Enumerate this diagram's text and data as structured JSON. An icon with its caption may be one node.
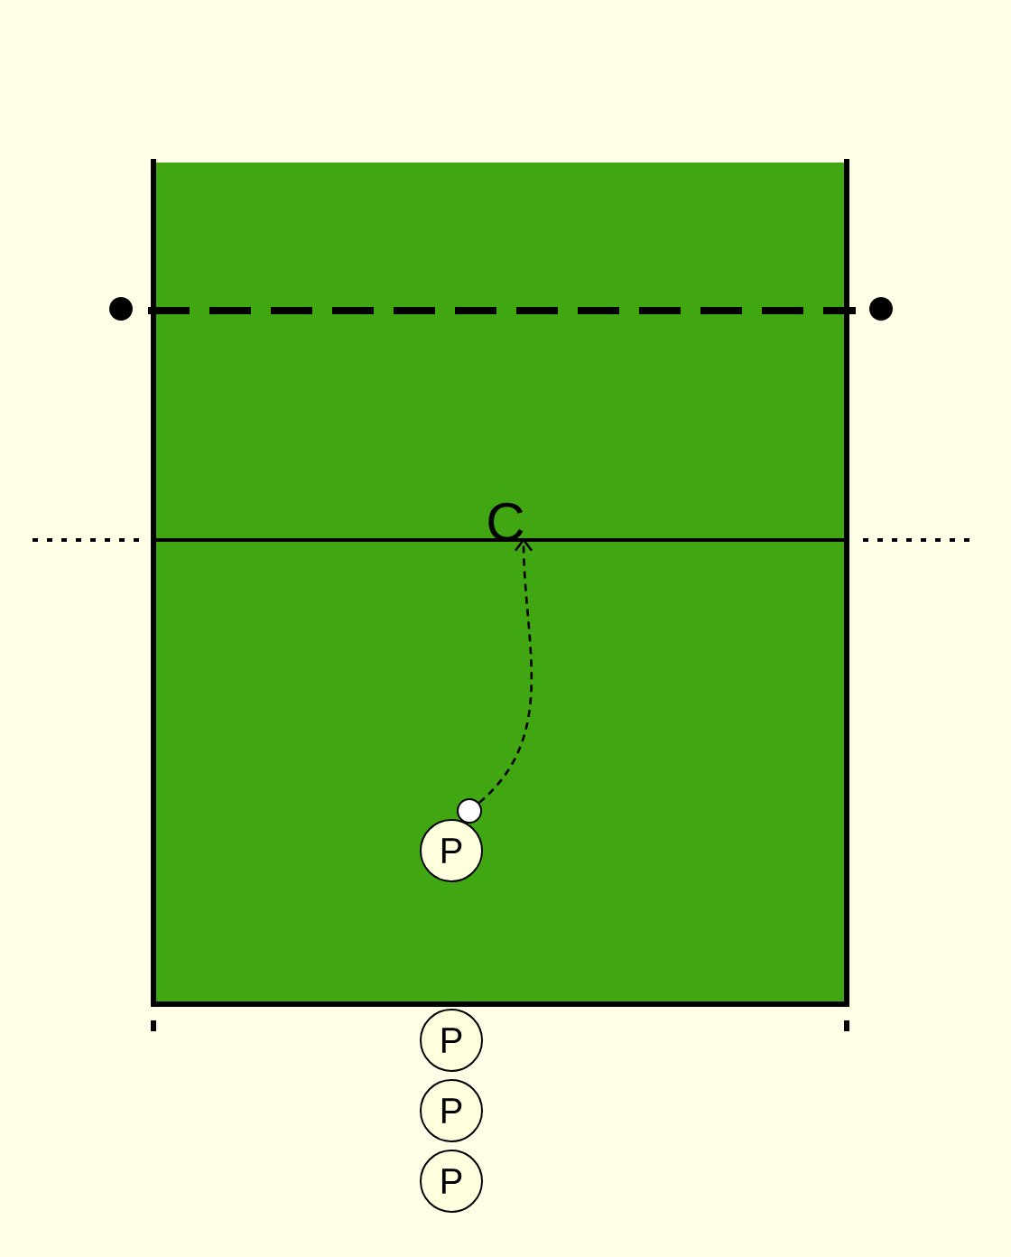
{
  "diagram": {
    "nodes": [
      {
        "text": [
          "C"
        ]
      },
      {
        "text": [],
        "shape": "circle"
      },
      {
        "text": [
          "P"
        ]
      },
      {
        "text": [
          "P"
        ]
      },
      {
        "text": [
          "P"
        ]
      },
      {
        "text": [
          "P"
        ]
      }
    ],
    "edges": [
      {
        "from": 1,
        "to": 0,
        "arrow": "to",
        "style": "dashed"
      }
    ]
  }
}
